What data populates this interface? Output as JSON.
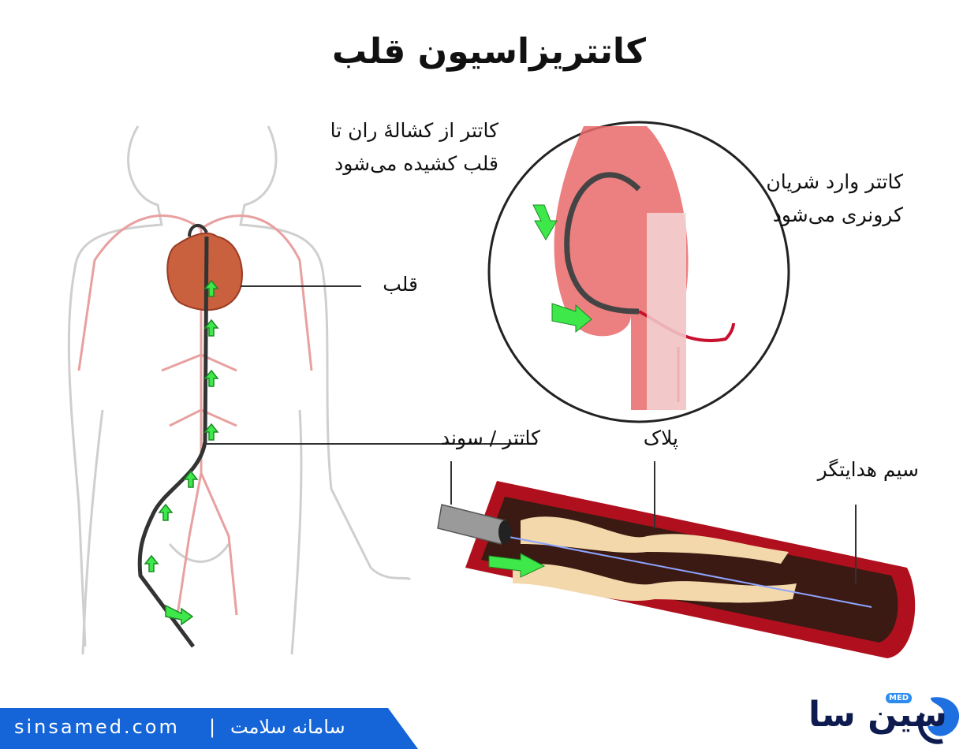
{
  "title": "کاتتریزاسیون قلب",
  "labels": {
    "groin_to_heart": [
      "کاتتر از کشالۀ ران تا",
      "قلب کشیده می‌شود"
    ],
    "coronary_entry": [
      "کاتتر وارد شریان",
      "کرونری می‌شود"
    ],
    "heart": "قلب",
    "catheter": "کاتتر / سوند",
    "plaque": "پلاک",
    "guide_wire": "سیم هدایتگر"
  },
  "footer": {
    "site": "sinsamed.com",
    "separator": "|",
    "tagline": "سامانه سلامت"
  },
  "logo": {
    "name": "سین سا",
    "badge": "MED"
  },
  "colors": {
    "artery_red": "#c8102e",
    "arrow_green": "#3ee84a",
    "footer_blue": "#1565d8",
    "logo_navy": "#0d1b4f"
  }
}
